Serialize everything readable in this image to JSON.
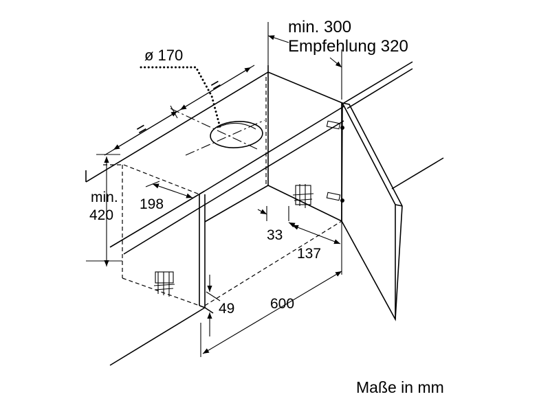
{
  "labels": {
    "min300": "min. 300",
    "empfehlung": "Empfehlung 320",
    "diameter": "ø 170",
    "eq1": "=",
    "eq2": "=",
    "min": "min.",
    "d420": "420",
    "d198": "198",
    "d33": "33",
    "d137": "137",
    "d49": "49",
    "d600": "600",
    "units": "Maße in mm"
  },
  "colors": {
    "line": "#000000",
    "background": "#ffffff"
  }
}
